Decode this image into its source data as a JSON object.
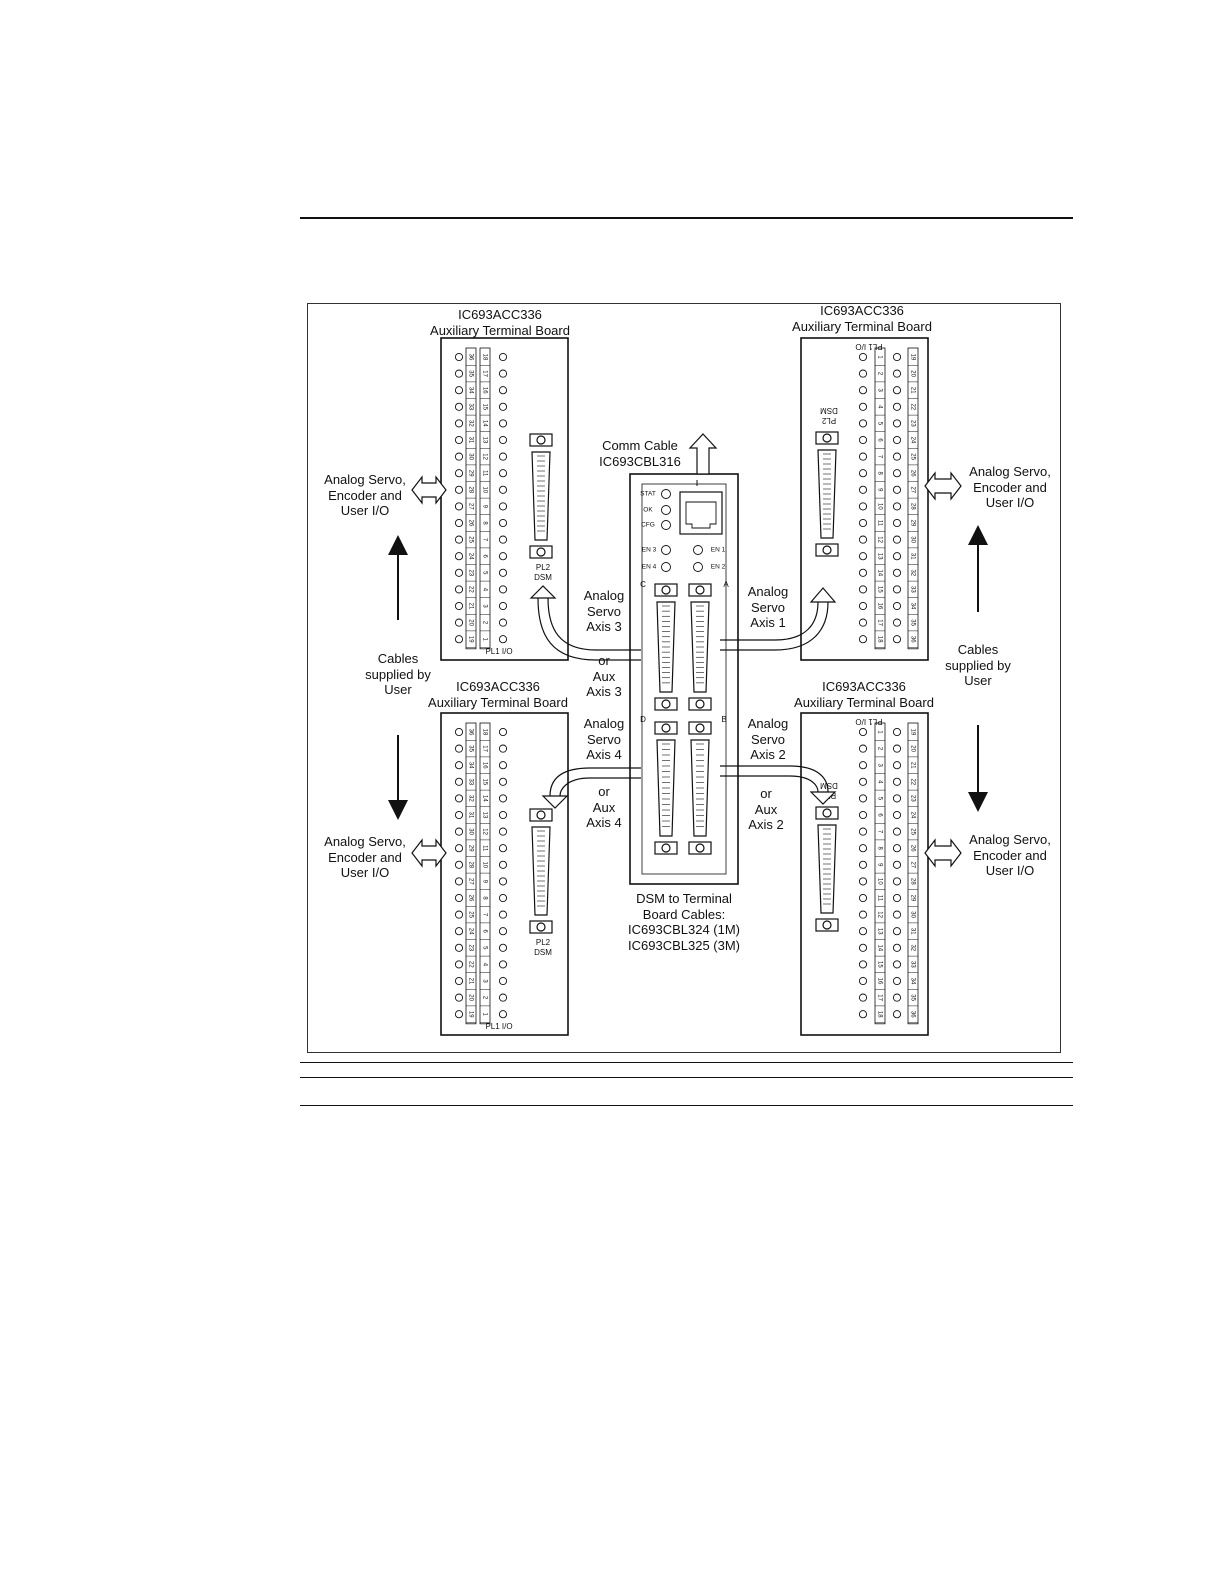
{
  "boards": {
    "top_left": {
      "part": "IC693ACC336",
      "name": "Auxiliary Terminal Board"
    },
    "top_right": {
      "part": "IC693ACC336",
      "name": "Auxiliary Terminal Board"
    },
    "bottom_left": {
      "part": "IC693ACC336",
      "name": "Auxiliary Terminal Board"
    },
    "bottom_right": {
      "part": "IC693ACC336",
      "name": "Auxiliary Terminal Board"
    },
    "pl2_label": "PL2",
    "dsm_label": "DSM",
    "pl1_label": "PL1",
    "io_label": "I/O"
  },
  "module": {
    "leds": {
      "stat": "STAT",
      "ok": "OK",
      "cfg": "CFG",
      "en1": "EN 1",
      "en2": "EN 2",
      "en3": "EN 3",
      "en4": "EN 4"
    },
    "ports": {
      "a": "A",
      "b": "B",
      "c": "C",
      "d": "D"
    }
  },
  "labels": {
    "comm_cable": [
      "Comm Cable",
      "IC693CBL316"
    ],
    "analog_io_tl": [
      "Analog Servo,",
      "Encoder and",
      "User I/O"
    ],
    "analog_io_tr": [
      "Analog Servo,",
      "Encoder and",
      "User I/O"
    ],
    "analog_io_bl": [
      "Analog Servo,",
      "Encoder and",
      "User I/O"
    ],
    "analog_io_br": [
      "Analog Servo,",
      "Encoder and",
      "User I/O"
    ],
    "cables_left": [
      "Cables",
      "supplied by",
      "User"
    ],
    "cables_right": [
      "Cables",
      "supplied by",
      "User"
    ],
    "axis3": [
      "Analog",
      "Servo",
      "Axis 3"
    ],
    "aux3": [
      "or",
      "Aux",
      "Axis 3"
    ],
    "axis1": [
      "Analog",
      "Servo",
      "Axis 1"
    ],
    "axis4": [
      "Analog",
      "Servo",
      "Axis 4"
    ],
    "aux4": [
      "or",
      "Aux",
      "Axis 4"
    ],
    "axis2": [
      "Analog",
      "Servo",
      "Axis 2"
    ],
    "aux2": [
      "or",
      "Aux",
      "Axis 2"
    ],
    "dsm_cables": [
      "DSM to Terminal",
      "Board Cables:",
      "IC693CBL324 (1M)",
      "IC693CBL325 (3M)"
    ]
  },
  "terminal_numbers": {
    "left_outer": [
      "36",
      "35",
      "34",
      "33",
      "32",
      "31",
      "30",
      "29",
      "28",
      "27",
      "26",
      "25",
      "24",
      "23",
      "22",
      "21",
      "20",
      "19"
    ],
    "left_inner": [
      "18",
      "17",
      "16",
      "15",
      "14",
      "13",
      "12",
      "11",
      "10",
      "9",
      "8",
      "7",
      "6",
      "5",
      "4",
      "3",
      "2",
      "1"
    ],
    "right_inner": [
      "1",
      "2",
      "3",
      "4",
      "5",
      "6",
      "7",
      "8",
      "9",
      "10",
      "11",
      "12",
      "13",
      "14",
      "15",
      "16",
      "17",
      "18"
    ],
    "right_outer": [
      "19",
      "20",
      "21",
      "22",
      "23",
      "24",
      "25",
      "26",
      "27",
      "28",
      "29",
      "30",
      "31",
      "32",
      "33",
      "34",
      "35",
      "36"
    ]
  },
  "colors": {
    "line": "#111111",
    "background": "#ffffff"
  }
}
